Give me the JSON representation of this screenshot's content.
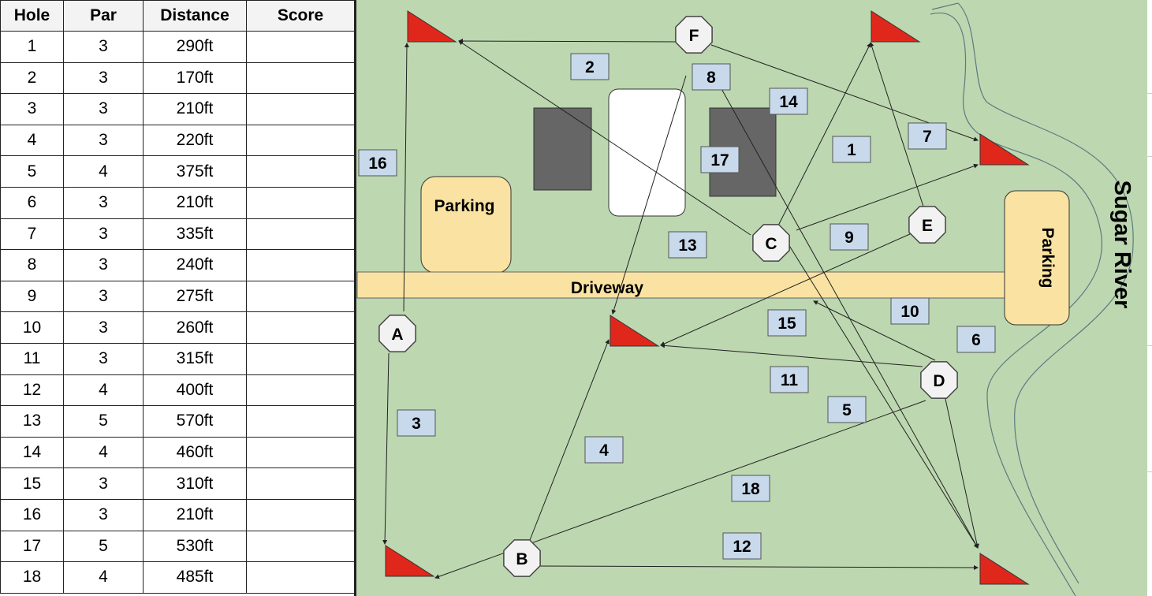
{
  "scorecard": {
    "headers": {
      "hole": "Hole",
      "par": "Par",
      "distance": "Distance",
      "score": "Score"
    },
    "rows": [
      {
        "hole": "1",
        "par": "3",
        "distance": "290ft",
        "score": ""
      },
      {
        "hole": "2",
        "par": "3",
        "distance": "170ft",
        "score": ""
      },
      {
        "hole": "3",
        "par": "3",
        "distance": "210ft",
        "score": ""
      },
      {
        "hole": "4",
        "par": "3",
        "distance": "220ft",
        "score": ""
      },
      {
        "hole": "5",
        "par": "4",
        "distance": "375ft",
        "score": ""
      },
      {
        "hole": "6",
        "par": "3",
        "distance": "210ft",
        "score": ""
      },
      {
        "hole": "7",
        "par": "3",
        "distance": "335ft",
        "score": ""
      },
      {
        "hole": "8",
        "par": "3",
        "distance": "240ft",
        "score": ""
      },
      {
        "hole": "9",
        "par": "3",
        "distance": "275ft",
        "score": ""
      },
      {
        "hole": "10",
        "par": "3",
        "distance": "260ft",
        "score": ""
      },
      {
        "hole": "11",
        "par": "3",
        "distance": "315ft",
        "score": ""
      },
      {
        "hole": "12",
        "par": "4",
        "distance": "400ft",
        "score": ""
      },
      {
        "hole": "13",
        "par": "5",
        "distance": "570ft",
        "score": ""
      },
      {
        "hole": "14",
        "par": "4",
        "distance": "460ft",
        "score": ""
      },
      {
        "hole": "15",
        "par": "3",
        "distance": "310ft",
        "score": ""
      },
      {
        "hole": "16",
        "par": "3",
        "distance": "210ft",
        "score": ""
      },
      {
        "hole": "17",
        "par": "5",
        "distance": "530ft",
        "score": ""
      },
      {
        "hole": "18",
        "par": "4",
        "distance": "485ft",
        "score": ""
      }
    ]
  },
  "map": {
    "labels": {
      "parking_left": "Parking",
      "parking_right": "Parking",
      "driveway": "Driveway",
      "river": "Sugar River"
    },
    "tees": [
      "A",
      "B",
      "C",
      "D",
      "E",
      "F"
    ],
    "hole_labels": [
      "1",
      "2",
      "3",
      "4",
      "5",
      "6",
      "7",
      "8",
      "9",
      "10",
      "11",
      "12",
      "13",
      "14",
      "15",
      "16",
      "17",
      "18"
    ],
    "colors": {
      "grass": "#bdd7b0",
      "flag": "#e0271b",
      "parking": "#fae3a2",
      "building": "#666666",
      "label_box": "#c8d9ec",
      "river_line": "#5c7a80"
    }
  }
}
